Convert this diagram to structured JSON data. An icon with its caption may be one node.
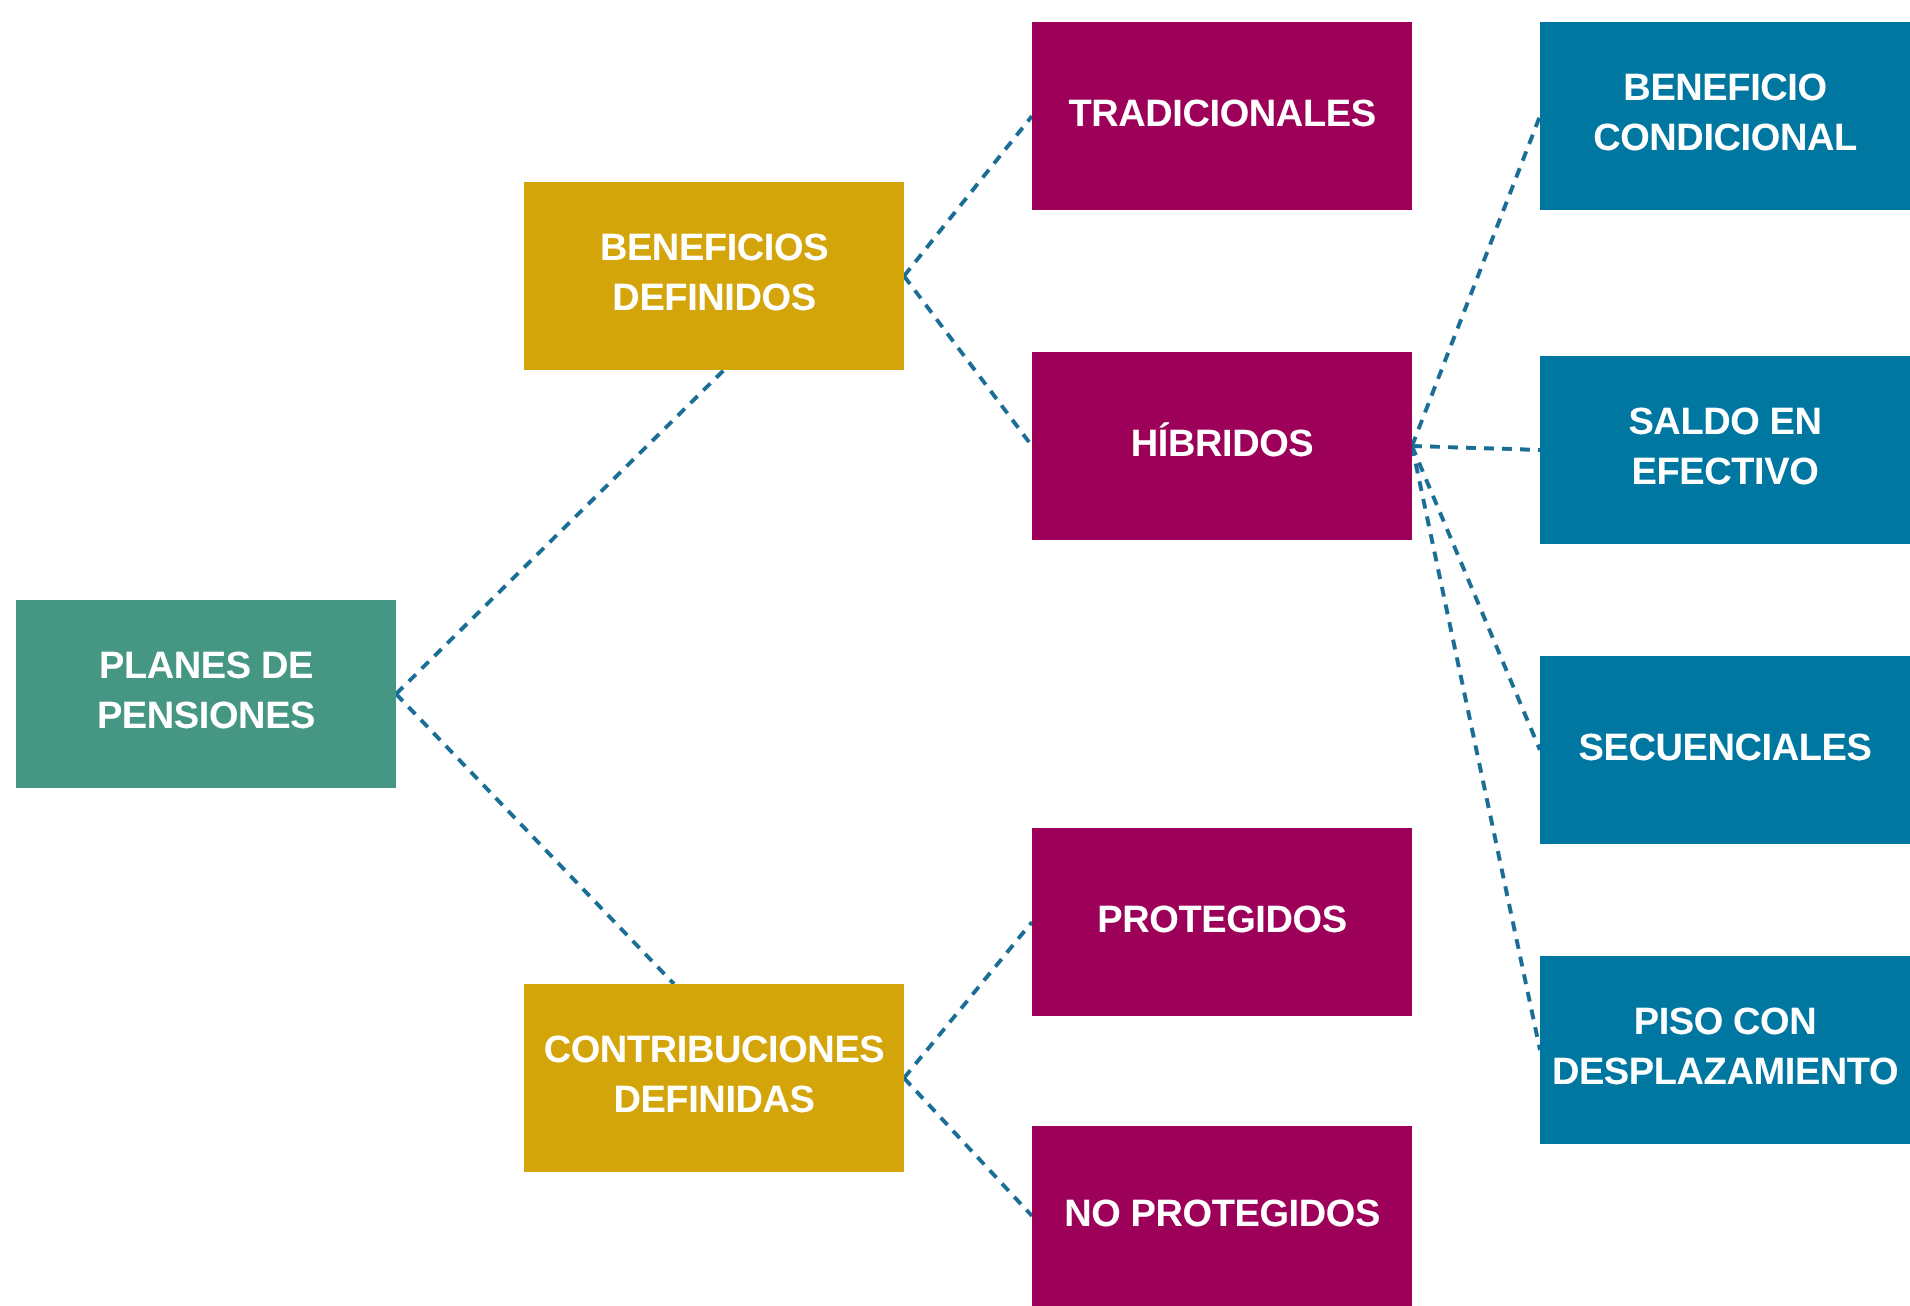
{
  "diagram": {
    "nodes": [
      {
        "text": [
          "PLANES DE PENSIONES"
        ]
      },
      {
        "text": [
          "BENEFICIOS DEFINIDOS"
        ]
      },
      {
        "text": [
          "CONTRIBUCIONES DEFINIDAS"
        ]
      },
      {
        "text": [
          "TRADICIONALES"
        ]
      },
      {
        "text": [
          "HÍBRIDOS"
        ]
      },
      {
        "text": [
          "PROTEGIDOS"
        ]
      },
      {
        "text": [
          "NO PROTEGIDOS"
        ]
      },
      {
        "text": [
          "BENEFICIO CONDICIONAL"
        ]
      },
      {
        "text": [
          "SALDO EN EFECTIVO"
        ]
      },
      {
        "text": [
          "SECUENCIALES"
        ]
      },
      {
        "text": [
          "PISO CON DESPLAZAMIENTO"
        ]
      }
    ],
    "edges": [
      {
        "from": 0,
        "to": 1,
        "arrow": "none",
        "style": "dashed"
      },
      {
        "from": 0,
        "to": 2,
        "arrow": "none",
        "style": "dashed"
      },
      {
        "from": 1,
        "to": 3,
        "arrow": "none",
        "style": "dashed"
      },
      {
        "from": 1,
        "to": 4,
        "arrow": "none",
        "style": "dashed"
      },
      {
        "from": 4,
        "to": 7,
        "arrow": "none",
        "style": "dashed"
      },
      {
        "from": 4,
        "to": 8,
        "arrow": "none",
        "style": "dashed"
      },
      {
        "from": 4,
        "to": 9,
        "arrow": "none",
        "style": "dashed"
      },
      {
        "from": 4,
        "to": 10,
        "arrow": "none",
        "style": "dashed"
      },
      {
        "from": 2,
        "to": 5,
        "arrow": "none",
        "style": "dashed"
      },
      {
        "from": 2,
        "to": 6,
        "arrow": "none",
        "style": "dashed"
      }
    ]
  }
}
